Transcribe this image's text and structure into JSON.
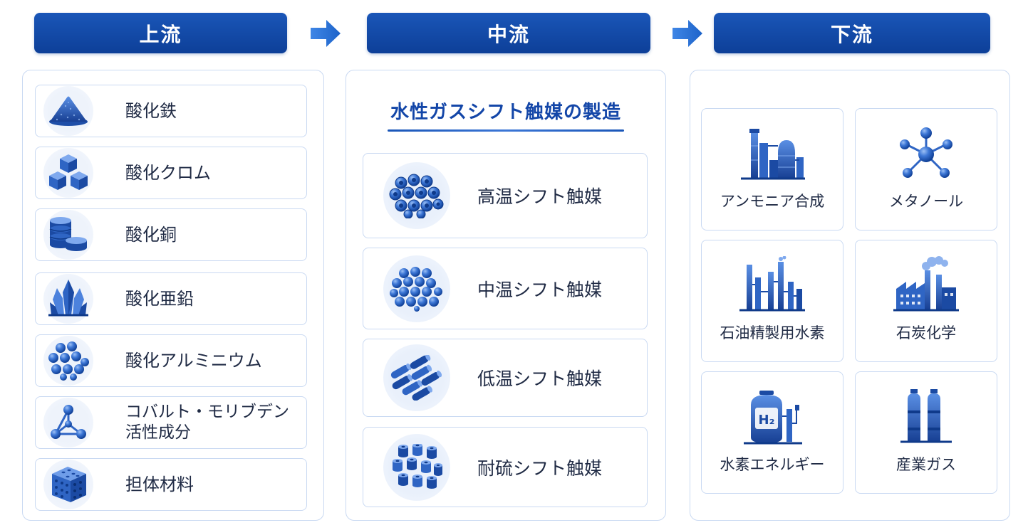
{
  "stages": {
    "upstream": "上流",
    "midstream": "中流",
    "downstream": "下流"
  },
  "upstream_items": [
    {
      "label": "酸化鉄",
      "icon": "powder-pile-icon"
    },
    {
      "label": "酸化クロム",
      "icon": "cubes-icon"
    },
    {
      "label": "酸化銅",
      "icon": "coin-stack-icon"
    },
    {
      "label": "酸化亜鉛",
      "icon": "crystal-icon"
    },
    {
      "label": "酸化アルミニウム",
      "icon": "sphere-cluster-icon"
    },
    {
      "label": "コバルト・モリブデン",
      "label2": "活性成分",
      "icon": "molecule-icon"
    },
    {
      "label": "担体材料",
      "icon": "porous-block-icon"
    }
  ],
  "midstream": {
    "title": "水性ガスシフト触媒の製造",
    "items": [
      {
        "label": "高温シフト触媒",
        "icon": "ring-pellets-icon"
      },
      {
        "label": "中温シフト触媒",
        "icon": "sphere-pellets-icon"
      },
      {
        "label": "低温シフト触媒",
        "icon": "cylinder-pellets-icon"
      },
      {
        "label": "耐硫シフト触媒",
        "icon": "hollow-cylinder-pellets-icon"
      }
    ]
  },
  "downstream_items": [
    {
      "label": "アンモニア合成",
      "icon": "chemical-plant-icon"
    },
    {
      "label": "メタノール",
      "icon": "molecule-icon"
    },
    {
      "label": "石油精製用水素",
      "icon": "refinery-icon"
    },
    {
      "label": "石炭化学",
      "icon": "factory-icon"
    },
    {
      "label": "水素エネルギー",
      "icon": "hydrogen-tank-icon",
      "tank_text": "H₂"
    },
    {
      "label": "産業ガス",
      "icon": "gas-cylinders-icon"
    }
  ],
  "colors": {
    "header": "#0d3f98",
    "accent": "#1a56b8",
    "border": "#c9d9f2"
  }
}
